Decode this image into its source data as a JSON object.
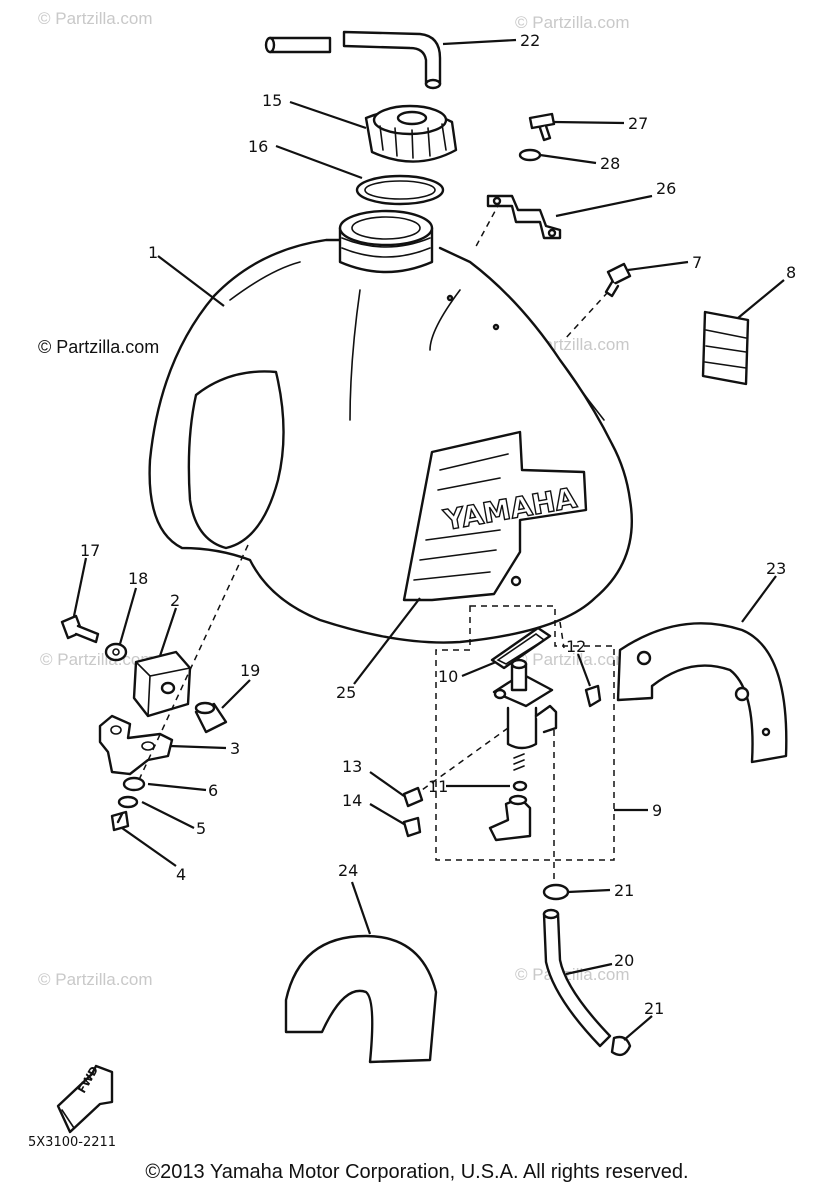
{
  "watermarks": {
    "light": "© Partzilla.com",
    "dark": "© Partzilla.com"
  },
  "callouts": {
    "c1": "1",
    "c2": "2",
    "c3": "3",
    "c4": "4",
    "c5": "5",
    "c6": "6",
    "c7": "7",
    "c8": "8",
    "c9": "9",
    "c10": "10",
    "c11": "11",
    "c12": "12",
    "c13": "13",
    "c14": "14",
    "c15": "15",
    "c16": "16",
    "c17": "17",
    "c18": "18",
    "c19": "19",
    "c20": "20",
    "c21a": "21",
    "c21b": "21",
    "c22": "22",
    "c23": "23",
    "c24": "24",
    "c25": "25",
    "c26": "26",
    "c27": "27",
    "c28": "28"
  },
  "tank_logo": "YAMAHA",
  "fwd_label": "FWD",
  "diagram_code": "5X3100-2211",
  "copyright": "©2013 Yamaha Motor Corporation, U.S.A. All rights reserved."
}
